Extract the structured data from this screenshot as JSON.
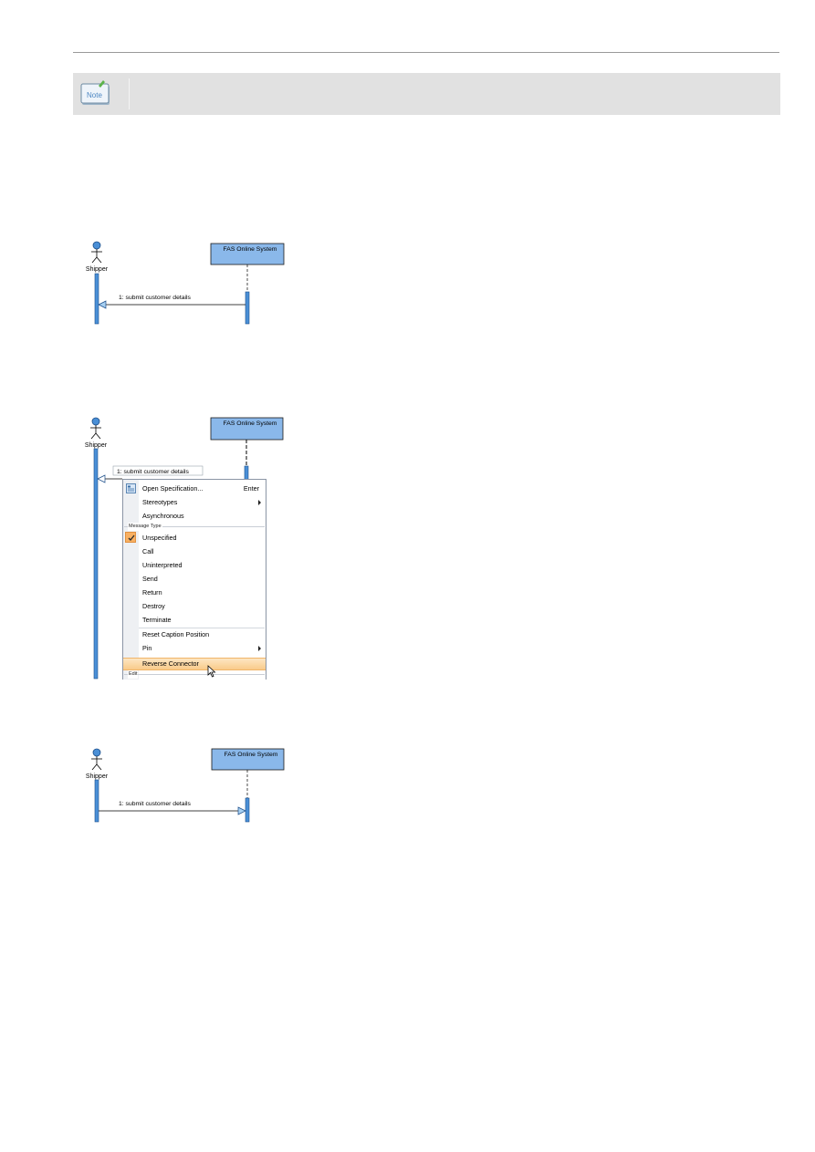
{
  "note": {
    "icon_label": "Note",
    "icon_name": "note-icon"
  },
  "diagrams": {
    "actor_name": "Shipper",
    "system_name": "FAS Online System",
    "message_label": "1: submit customer details"
  },
  "context_menu": {
    "items_top": [
      {
        "label": "Open Specification...",
        "shortcut": "Enter",
        "icon": "specification-icon"
      },
      {
        "label": "Stereotypes",
        "submenu": true
      },
      {
        "label": "Asynchronous"
      }
    ],
    "section_message_type": "Message Type",
    "message_types": [
      {
        "label": "Unspecified",
        "checked": true
      },
      {
        "label": "Call"
      },
      {
        "label": "Uninterpreted"
      },
      {
        "label": "Send"
      },
      {
        "label": "Return"
      },
      {
        "label": "Destroy"
      },
      {
        "label": "Terminate"
      }
    ],
    "items_bottom": [
      {
        "label": "Reset Caption Position"
      },
      {
        "label": "Pin",
        "submenu": true
      },
      {
        "label": "Reverse Connector",
        "highlighted": true
      }
    ],
    "section_edit": "Edit"
  },
  "colors": {
    "lifeline_fill": "#4a8fd6",
    "system_box_fill": "#8ab8ea",
    "menu_highlight": "#f9cb8a"
  }
}
